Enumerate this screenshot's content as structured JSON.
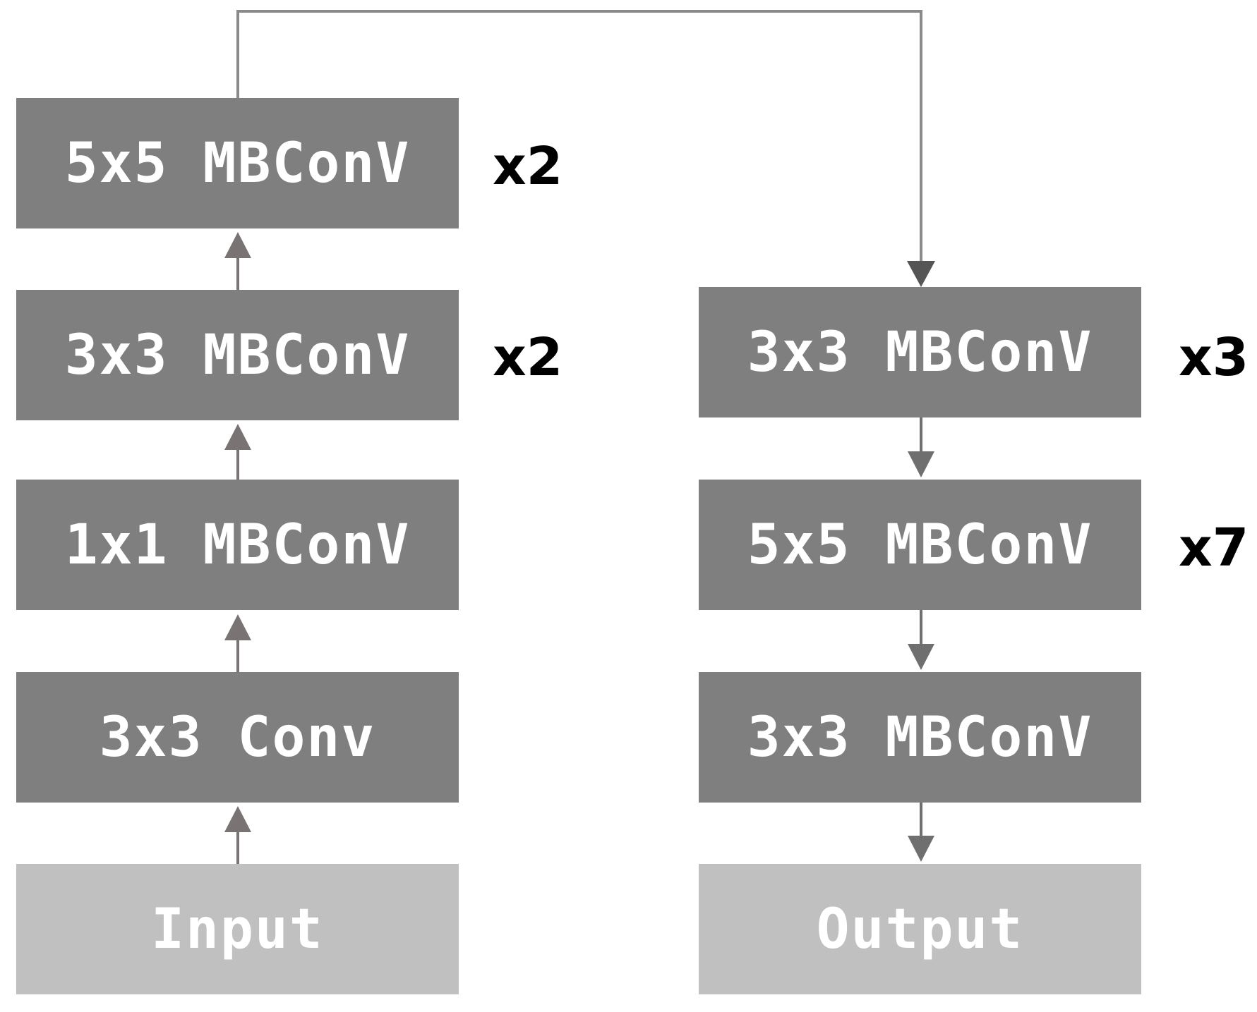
{
  "blocks": {
    "input": "Input",
    "conv3x3": "3x3 Conv",
    "mbconv1x1": "1x1 MBConV",
    "mbconv3x3_left": "3x3 MBConV",
    "mbconv5x5_left": "5x5 MBConV",
    "mbconv3x3_right_top": "3x3 MBConV",
    "mbconv5x5_right": "5x5 MBConV",
    "mbconv3x3_right_bottom": "3x3 MBConV",
    "output": "Output"
  },
  "repeats": {
    "mbconv5x5_left": "x2",
    "mbconv3x3_left": "x2",
    "mbconv3x3_right_top": "x3",
    "mbconv5x5_right": "x7"
  },
  "colors": {
    "block_dark": "#7f7f7f",
    "block_light": "#c0c0c0",
    "block_text": "#ffffff",
    "arrow_up": "#7a7374",
    "arrow_down": "#6f6f6f",
    "connector": "#8a8a8a",
    "repeat_text": "#000000"
  }
}
